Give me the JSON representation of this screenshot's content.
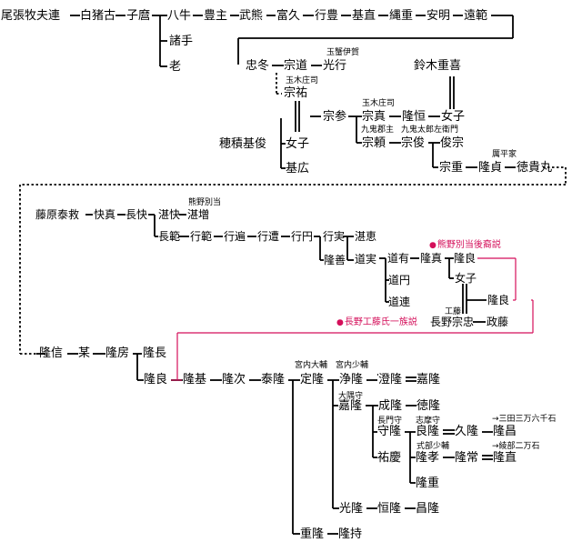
{
  "nodes": {
    "owari_makimura": "尾張牧夫連",
    "shiroikako": "白猪古",
    "komaro": "子麿",
    "hachiushi": "八牛",
    "toyonushi": "豊主",
    "takekuma": "武熊",
    "tomihisa": "富久",
    "yukitoyo": "行豊",
    "motonao": "基直",
    "nawashige": "縄重",
    "yasuaki": "安明",
    "tonori": "遠範",
    "morote": "諸手",
    "oi": "老",
    "tadafuyu": "忠冬",
    "munemichi": "宗道",
    "mitsuyuki": "光行",
    "muneyoshi": "宗祐",
    "suzuki_shigeyoshi": "鈴木重喜",
    "munemitsu": "宗参",
    "munesane": "宗真",
    "takatsune": "隆恒",
    "joshi1": "女子",
    "hozumi_motoshi": "穂積基俊",
    "joshi2": "女子",
    "muneyori": "宗頼",
    "munetoshi": "宗俊",
    "toshimune": "俊宗",
    "motohiro": "基広",
    "muneshige": "宗重",
    "takasada": "隆貞",
    "tokitakamaru": "徳貴丸",
    "fujiwara_yasuhira": "藤原泰救",
    "kaishin": "快真",
    "chokai": "長快",
    "tankai": "湛快",
    "tanzo": "湛増",
    "naganori": "長範",
    "yukinori": "行範",
    "yukimichi": "行遍",
    "yukimichi2": "行遭",
    "gyoen": "行円",
    "yukizane": "行実",
    "tankei": "湛恵",
    "ryuzen": "隆善",
    "dojitsu": "道実",
    "michiari": "道有",
    "takasane": "隆真",
    "takayoshi1": "隆良",
    "doen": "道円",
    "joshi3": "女子",
    "doren": "道連",
    "takayoshi2": "隆良",
    "nagano_munetada": "長野宗忠",
    "masafuji": "政藤",
    "takanobu": "隆信",
    "bou": "某",
    "takafusa": "隆房",
    "takanaga": "隆長",
    "takayoshi3": "隆良",
    "takamoto": "隆基",
    "takatsugu": "隆次",
    "yasutaka": "泰隆",
    "sadataka": "定隆",
    "jotaka": "浄隆",
    "sumitaka": "澄隆",
    "yoshitaka": "嘉隆",
    "yoshitaka2": "嘉隆",
    "naritaka": "成隆",
    "tokutaka": "徳隆",
    "moritaka": "守隆",
    "yoshitaka3": "良隆",
    "hisataka": "久隆",
    "takamasa": "隆昌",
    "sukeyoshi": "祐慶",
    "takataka": "隆孝",
    "takatsune2": "隆常",
    "takanao": "隆直",
    "takashige": "隆重",
    "mitsutaka": "光隆",
    "tsunetaka": "恒隆",
    "masataka": "昌隆",
    "shigetaka": "重隆",
    "takamochi": "隆持"
  },
  "titles": {
    "tamakashi_iga": "玉蟹伊賀",
    "tamaki_shoshi1": "玉木庄司",
    "tamaki_shoshi2": "玉木庄司",
    "kuki_gunshu": "九鬼郡主",
    "kuki_taro": "九鬼太郎左衛門",
    "reihei_ke": "厲平家",
    "kumano_betto": "熊野別当",
    "kudo": "工藤",
    "kunai_taifu": "宮内大輔",
    "kunai_shofu": "宮内少輔",
    "osumi_no_kami": "大隅守",
    "nagato_no_kami": "長門守",
    "shima_no_kami": "志摩守",
    "shikibu_shofu": "式部少輔",
    "mita_note": "→三田三万六千石",
    "ayabe_note": "→綾部二万石"
  },
  "notes": {
    "kumano_descent": "熊野別当後裔説",
    "nagano_kudo": "長野工藤氏一族説"
  },
  "colors": {
    "line": "#000000",
    "accent": "#d40f5a"
  }
}
